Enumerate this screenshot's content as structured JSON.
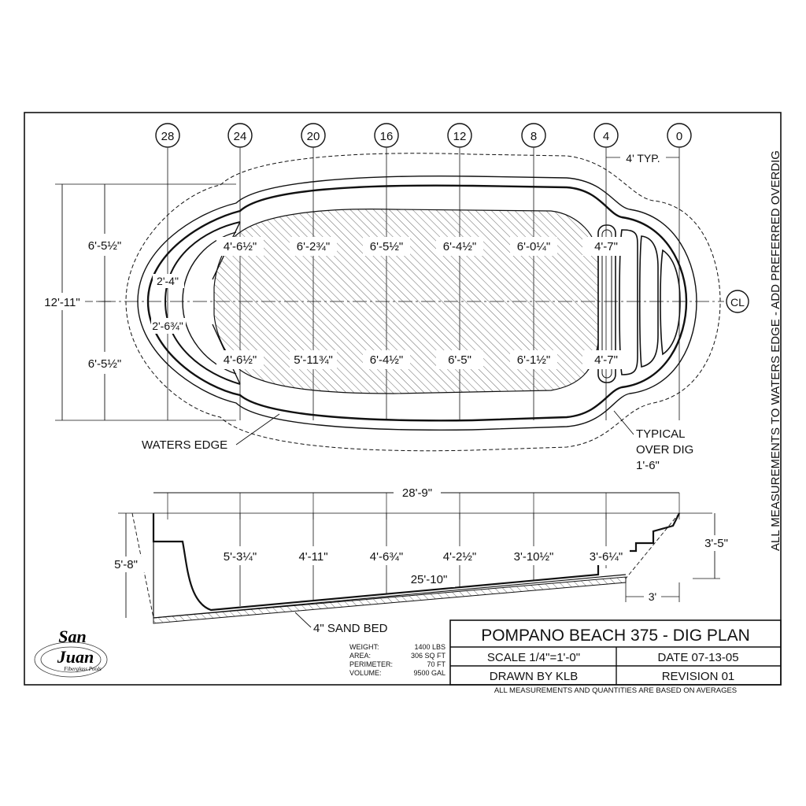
{
  "title_block": {
    "title": "POMPANO BEACH 375 - DIG PLAN",
    "scale": "SCALE 1/4\"=1'-0\"",
    "date": "DATE 07-13-05",
    "drawn_by": "DRAWN BY KLB",
    "revision": "REVISION 01",
    "footnote": "ALL MEASUREMENTS AND QUANTITIES ARE BASED ON AVERAGES"
  },
  "side_note": "ALL MEASUREMENTS TO WATERS EDGE - ADD PREFERRED OVERDIG",
  "specs": [
    {
      "label": "WEIGHT:",
      "value": "1400 LBS"
    },
    {
      "label": "AREA:",
      "value": "306 SQ FT"
    },
    {
      "label": "PERIMETER:",
      "value": "70 FT"
    },
    {
      "label": "VOLUME:",
      "value": "9500 GAL"
    }
  ],
  "logo": {
    "line1": "San",
    "line2": "Juan",
    "tagline": "Fiberglass Pools"
  },
  "stations": [
    "28",
    "24",
    "20",
    "16",
    "12",
    "8",
    "4",
    "0"
  ],
  "centerline_label": "CL",
  "plan_dims": {
    "typ_spacing": "4' TYP.",
    "overall_width": "12'-11\"",
    "half_width_top": "6'-5½\"",
    "half_width_bottom": "6'-5½\"",
    "top_row": [
      "4'-6½\"",
      "6'-2¾\"",
      "6'-5½\"",
      "6'-4½\"",
      "6'-0¼\"",
      "4'-7\""
    ],
    "bottom_row": [
      "4'-6½\"",
      "5'-11¾\"",
      "6'-4½\"",
      "6'-5\"",
      "6'-1½\"",
      "4'-7\""
    ],
    "left_end_a": "2'-4\"",
    "left_end_b": "2'-6¾\""
  },
  "labels": {
    "waters_edge": "WATERS EDGE",
    "typical_overdig_1": "TYPICAL",
    "typical_overdig_2": "OVER DIG",
    "typical_overdig_3": "1'-6\"",
    "sand_bed": "4\" SAND BED"
  },
  "section_dims": {
    "overall_length": "28'-9\"",
    "floor_length": "25'-10\"",
    "deep_end_total": "5'-8\"",
    "shallow_end_total": "3'-5\"",
    "step_offset": "3'",
    "depths": [
      "5'-3¼\"",
      "4'-11\"",
      "4'-6¾\"",
      "4'-2½\"",
      "3'-10½\"",
      "3'-6¼\""
    ]
  }
}
